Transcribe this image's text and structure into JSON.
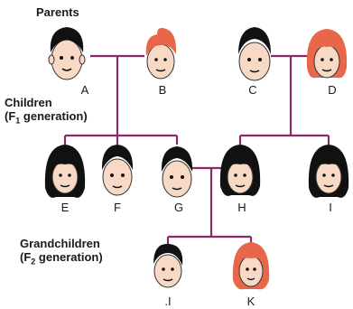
{
  "labels": {
    "parents": "Parents",
    "children_line1": "Children",
    "children_line2_prefix": "(F",
    "children_line2_sub": "1",
    "children_line2_suffix": " generation)",
    "grandchildren_line1": "Grandchildren",
    "grandchildren_line2_prefix": "(F",
    "grandchildren_line2_sub": "2",
    "grandchildren_line2_suffix": " generation)"
  },
  "people": {
    "A": "A",
    "B": "B",
    "C": "C",
    "D": "D",
    "E": "E",
    "F": "F",
    "G": "G",
    "H": "H",
    "I": "I",
    "J": ".I",
    "K": "K"
  },
  "colors": {
    "line": "#8b2a6b",
    "dark_hair": "#111111",
    "red_hair": "#e8674a",
    "skin": "#f7d9c6"
  }
}
